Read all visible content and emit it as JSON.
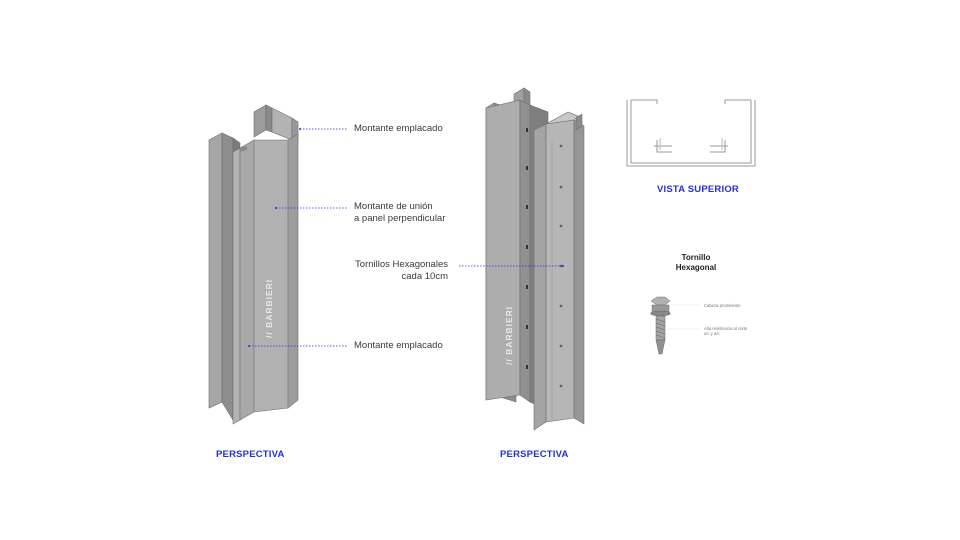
{
  "colors": {
    "caption": "#2430d6",
    "leader": "#2430d6",
    "steel_light": "#b9b9b9",
    "steel_mid": "#9a9a9a",
    "steel_dark": "#7c7c7c"
  },
  "labels": {
    "montante_emplacado_top": "Montante emplacado",
    "montante_union_line1": "Montante de unión",
    "montante_union_line2": "a panel perpendicular",
    "tornillos_line1": "Tornillos Hexagonales",
    "tornillos_line2": "cada 10cm",
    "montante_emplacado_bottom": "Montante emplacado"
  },
  "captions": {
    "perspectiva_left": "PERSPECTIVA",
    "perspectiva_right": "PERSPECTIVA",
    "vista_superior": "VISTA SUPERIOR"
  },
  "brand": {
    "logo_text": "BARBIERI"
  },
  "screw": {
    "title_line1": "Tornillo",
    "title_line2": "Hexagonal",
    "note_head": "Cabeza prominente",
    "note_tip_line1": "Alta resistencia al corte",
    "note_tip_line2": "a/c y a/c"
  }
}
